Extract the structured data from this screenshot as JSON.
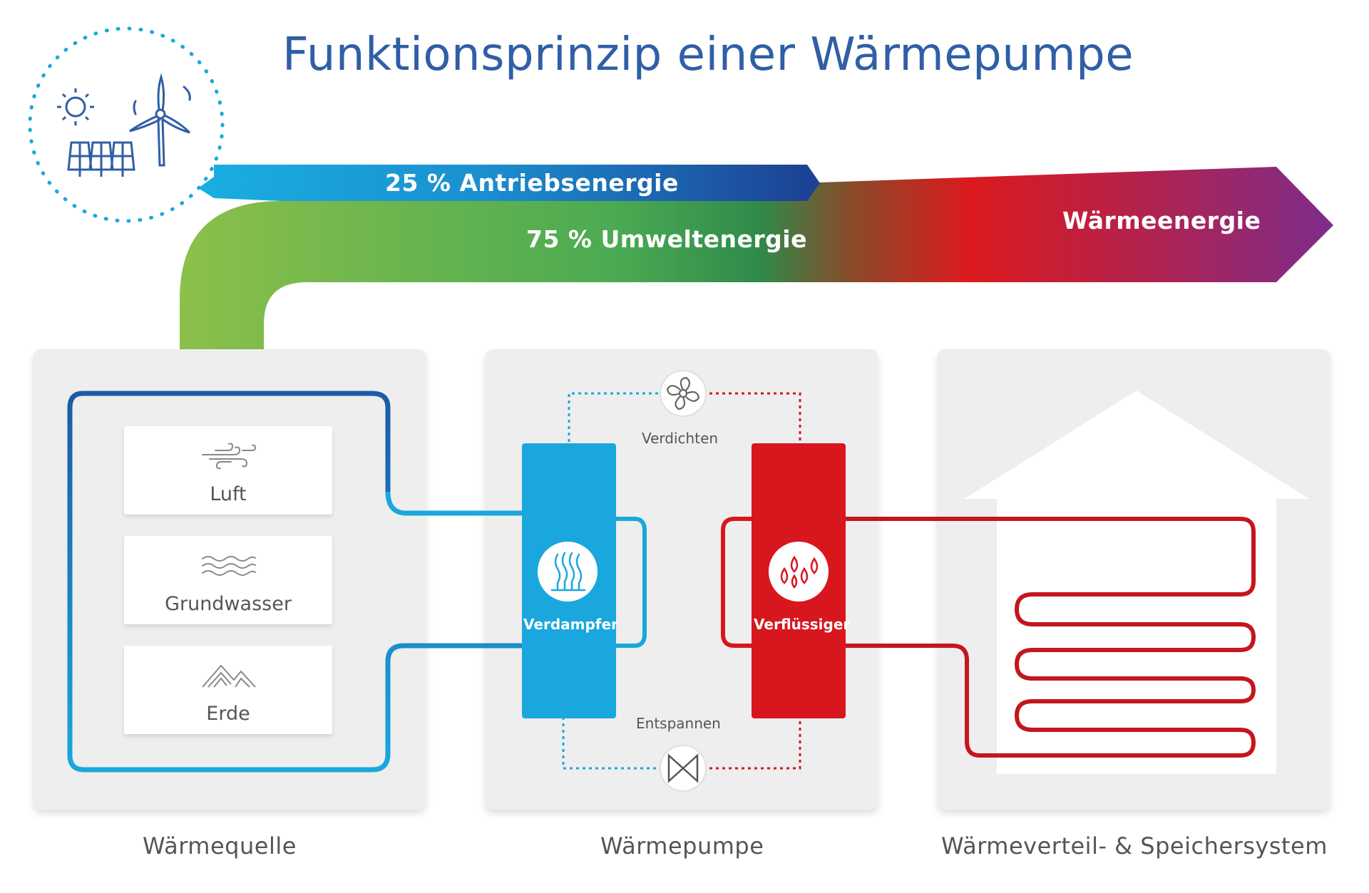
{
  "title": "Funktionsprinzip einer Wärmepumpe",
  "flow": {
    "drive_energy": "25 % Antriebsenergie",
    "environment_energy": "75 % Umweltenergie",
    "heat_energy": "Wärmeenergie"
  },
  "sources": [
    {
      "label": "Luft",
      "icon": "wind-icon"
    },
    {
      "label": "Grundwasser",
      "icon": "water-waves-icon"
    },
    {
      "label": "Erde",
      "icon": "mountains-icon"
    }
  ],
  "heat_pump": {
    "compress": "Verdichten",
    "expand": "Entspannen",
    "evaporator": "Verdampfer",
    "condenser": "Verflüssiger"
  },
  "captions": {
    "source": "Wärmequelle",
    "pump": "Wärmepumpe",
    "distribution": "Wärmeverteil- & Speichersystem"
  },
  "colors": {
    "title": "#2f5fa6",
    "cold_blue": "#1aa7dd",
    "dark_blue": "#1c5aa6",
    "hot_red": "#d8161e",
    "green": "#8cc04b",
    "purple": "#7b2d8e"
  }
}
